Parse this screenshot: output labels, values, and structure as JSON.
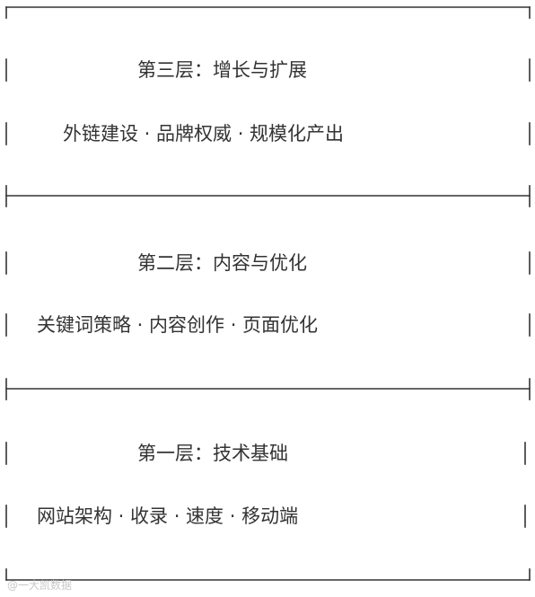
{
  "layers": [
    {
      "title": "第三层：增长与扩展",
      "items": "外链建设 · 品牌权威 · 规模化产出"
    },
    {
      "title": "第二层：内容与优化",
      "items": "关键词策略 · 内容创作 · 页面优化"
    },
    {
      "title": "第一层：技术基础",
      "items": "网站架构 · 收录 · 速度 · 移动端"
    }
  ],
  "watermark": "@一大凯数据",
  "colors": {
    "border": "#333333",
    "text": "#333333",
    "background": "#ffffff"
  }
}
